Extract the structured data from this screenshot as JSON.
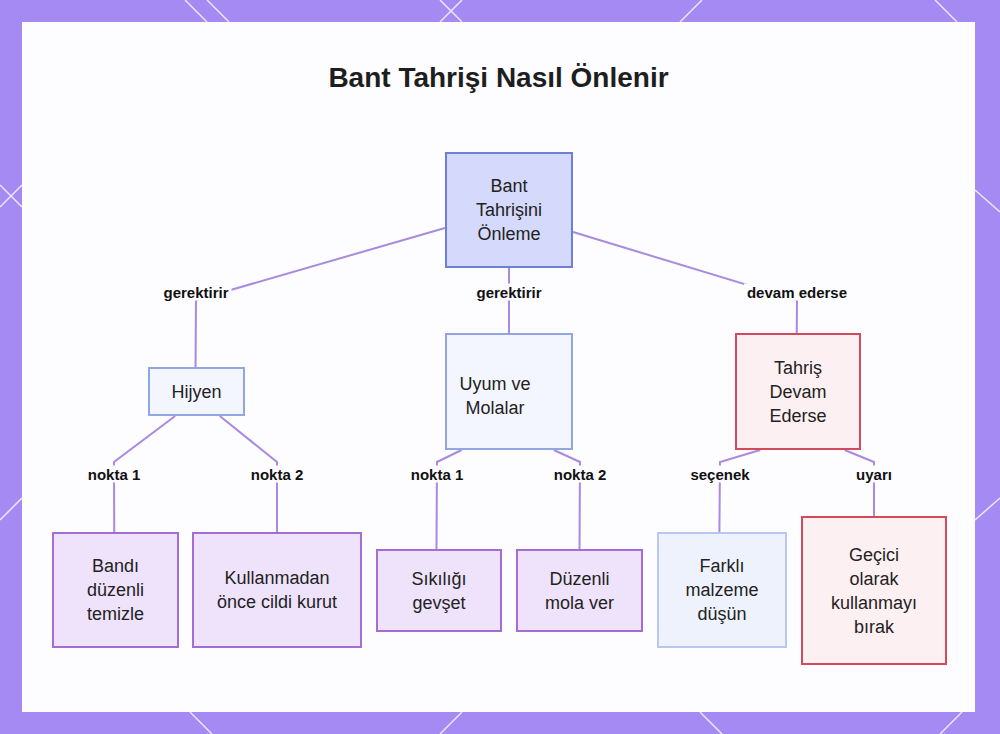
{
  "diagram": {
    "title": "Bant Tahrişi Nasıl Önlenir",
    "nodes": [
      {
        "text": [
          "Bant Tahrişini Önleme"
        ]
      },
      {
        "text": [
          "Hijyen"
        ]
      },
      {
        "text": [
          "Uyum ve Molalar"
        ]
      },
      {
        "text": [
          "Tahriş Devam Ederse"
        ]
      },
      {
        "text": [
          "Bandı düzenli temizle"
        ]
      },
      {
        "text": [
          "Kullanmadan önce cildi kurut"
        ]
      },
      {
        "text": [
          "Sıkılığı gevşet"
        ]
      },
      {
        "text": [
          "Düzenli mola ver"
        ]
      },
      {
        "text": [
          "Farklı malzeme düşün"
        ]
      },
      {
        "text": [
          "Geçici olarak kullanmayı bırak"
        ]
      }
    ],
    "edges": [
      {
        "from": 0,
        "to": 1,
        "label": "gerektirir",
        "arrow": "none"
      },
      {
        "from": 0,
        "to": 2,
        "label": "gerektirir",
        "arrow": "none"
      },
      {
        "from": 0,
        "to": 3,
        "label": "devam ederse",
        "arrow": "none"
      },
      {
        "from": 1,
        "to": 4,
        "label": "nokta 1",
        "arrow": "none"
      },
      {
        "from": 1,
        "to": 5,
        "label": "nokta 2",
        "arrow": "none"
      },
      {
        "from": 2,
        "to": 6,
        "label": "nokta 1",
        "arrow": "none"
      },
      {
        "from": 2,
        "to": 7,
        "label": "nokta 2",
        "arrow": "none"
      },
      {
        "from": 3,
        "to": 8,
        "label": "seçenek",
        "arrow": "none"
      },
      {
        "from": 3,
        "to": 9,
        "label": "uyarı",
        "arrow": "none"
      }
    ]
  }
}
